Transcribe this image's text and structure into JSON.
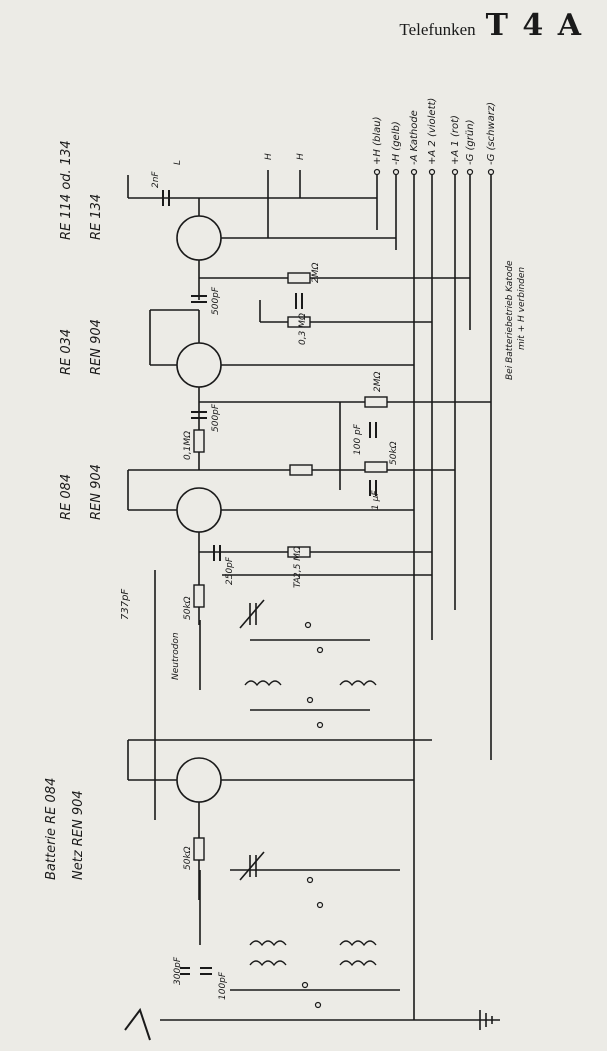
{
  "header": {
    "brand": "Telefunken",
    "model": "T 4 A"
  },
  "tubes": [
    {
      "names": [
        "RE 114 od. 134",
        "RE 134"
      ]
    },
    {
      "names": [
        "RE 034",
        "REN 904"
      ]
    },
    {
      "names": [
        "RE 084",
        "REN 904"
      ]
    },
    {
      "names": [
        "Batterie  RE 084",
        "Netz  REN 904"
      ]
    }
  ],
  "rails": [
    "+H (blau)",
    "-H (gelb)",
    "-A Kathode",
    "+A 2 (violett)",
    "+A 1 (rot)",
    "-G (grün)",
    "-G (schwarz)"
  ],
  "note": [
    "Bei Batteriebetrieb Katode",
    "mit + H verbinden"
  ],
  "components": {
    "c_2nf": "2nF",
    "l": "L",
    "h1": "H",
    "h2": "H",
    "r_2m_a": "2MΩ",
    "c_500_a": "500pF",
    "r_03m": "0,3 MΩ",
    "r_2m_b": "2MΩ",
    "r_01m": "0,1MΩ",
    "c_500_b": "500pF",
    "c_100": "100 pF",
    "r_50k_a": "50kΩ",
    "c_1uf": "1 µF",
    "r_25m": "2,5 MΩ",
    "c_250": "250pF",
    "ta": "TA",
    "r_50k_b": "50kΩ",
    "c_737": "737pF",
    "neutrodon": "Neutrodon",
    "r_50k_c": "50kΩ",
    "c_300": "300pF",
    "c_100b": "100pF"
  }
}
